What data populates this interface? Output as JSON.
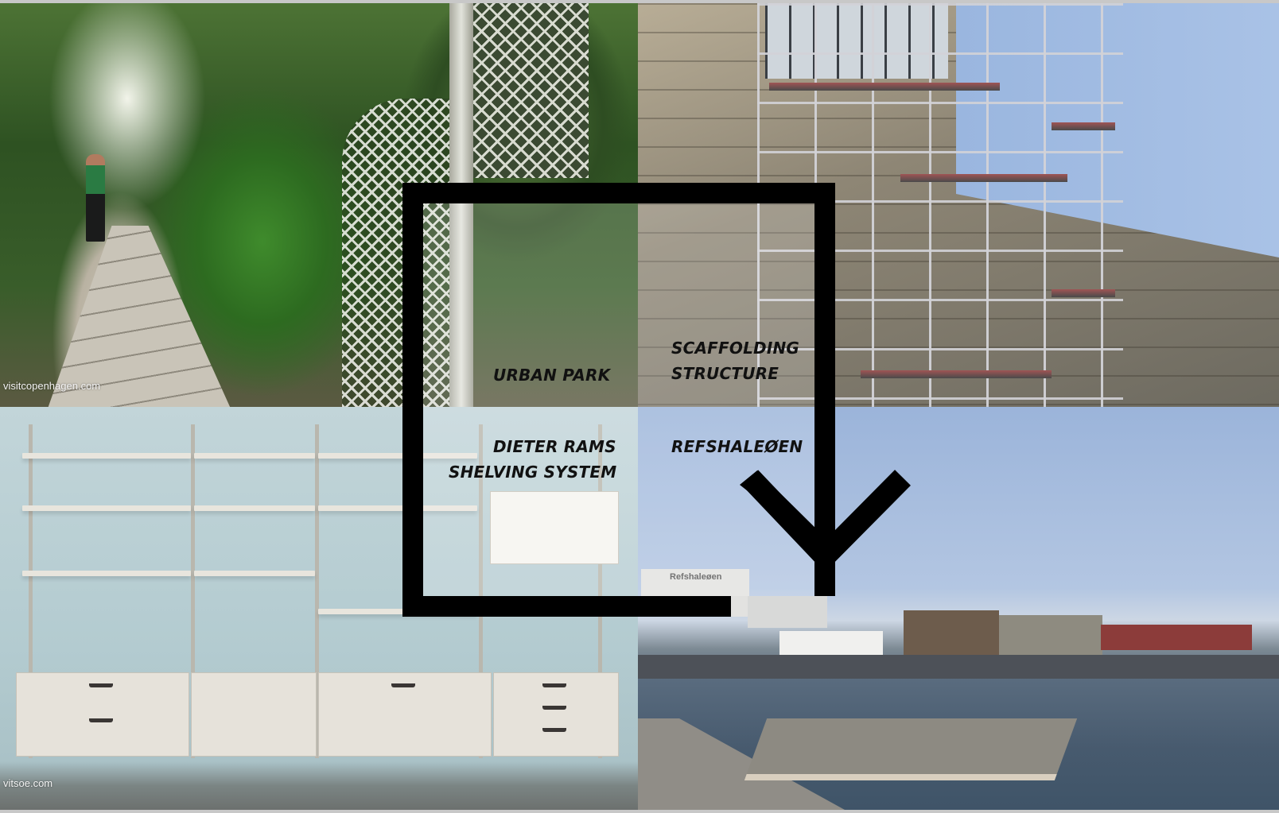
{
  "moodboard": {
    "panels": [
      {
        "id": "urban-park",
        "label": "URBAN PARK",
        "credit": "visitcopenhagen.com",
        "description": "Botanical garden greenhouse with spiral staircase and stone path"
      },
      {
        "id": "scaffolding",
        "label_line1": "SCAFFOLDING",
        "label_line2": "STRUCTURE",
        "description": "Metal scaffolding staircase against industrial building"
      },
      {
        "id": "shelving",
        "label_line1": "DIETER RAMS",
        "label_line2": "SHELVING SYSTEM",
        "credit": "vitsoe.com",
        "description": "Wall-mounted modular shelving with drawer cabinets"
      },
      {
        "id": "refshaleoen",
        "label": "REFSHALEØEN",
        "building_sign": "Refshaleøen",
        "description": "Harbor with floating dock, boats and industrial waterfront"
      }
    ],
    "overlay": {
      "shape": "square-frame-with-down-arrow",
      "color": "#000000"
    }
  },
  "colors": {
    "frame": "#000000",
    "label_text": "#111111",
    "sky": "#a9c2e6",
    "shelf_wall": "#b3cbd0",
    "foliage": "#2e5222"
  }
}
